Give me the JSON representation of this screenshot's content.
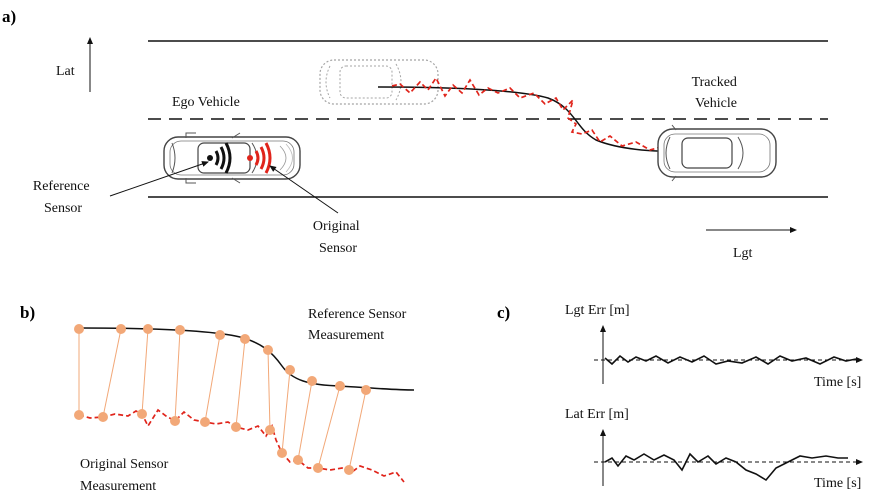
{
  "panels": {
    "a": {
      "tag": "a)",
      "lat_axis": "Lat",
      "lgt_axis": "Lgt",
      "ego_vehicle": "Ego Vehicle",
      "tracked_vehicle": [
        "Tracked",
        "Vehicle"
      ],
      "reference_sensor": [
        "Reference",
        "Sensor"
      ],
      "original_sensor": [
        "Original",
        "Sensor"
      ]
    },
    "b": {
      "tag": "b)",
      "reference_measurement": [
        "Reference Sensor",
        "Measurement"
      ],
      "original_measurement": [
        "Original Sensor",
        "Measurement"
      ]
    },
    "c": {
      "tag": "c)",
      "lgt_err": "Lgt Err [m]",
      "lat_err": "Lat Err [m]",
      "time_top": "Time [s]",
      "time_bottom": "Time [s]"
    }
  },
  "colors": {
    "ink": "#111111",
    "original_sensor_red": "#e0241b",
    "match_orange": "#f2a878",
    "vehicle_gray": "#555555"
  }
}
